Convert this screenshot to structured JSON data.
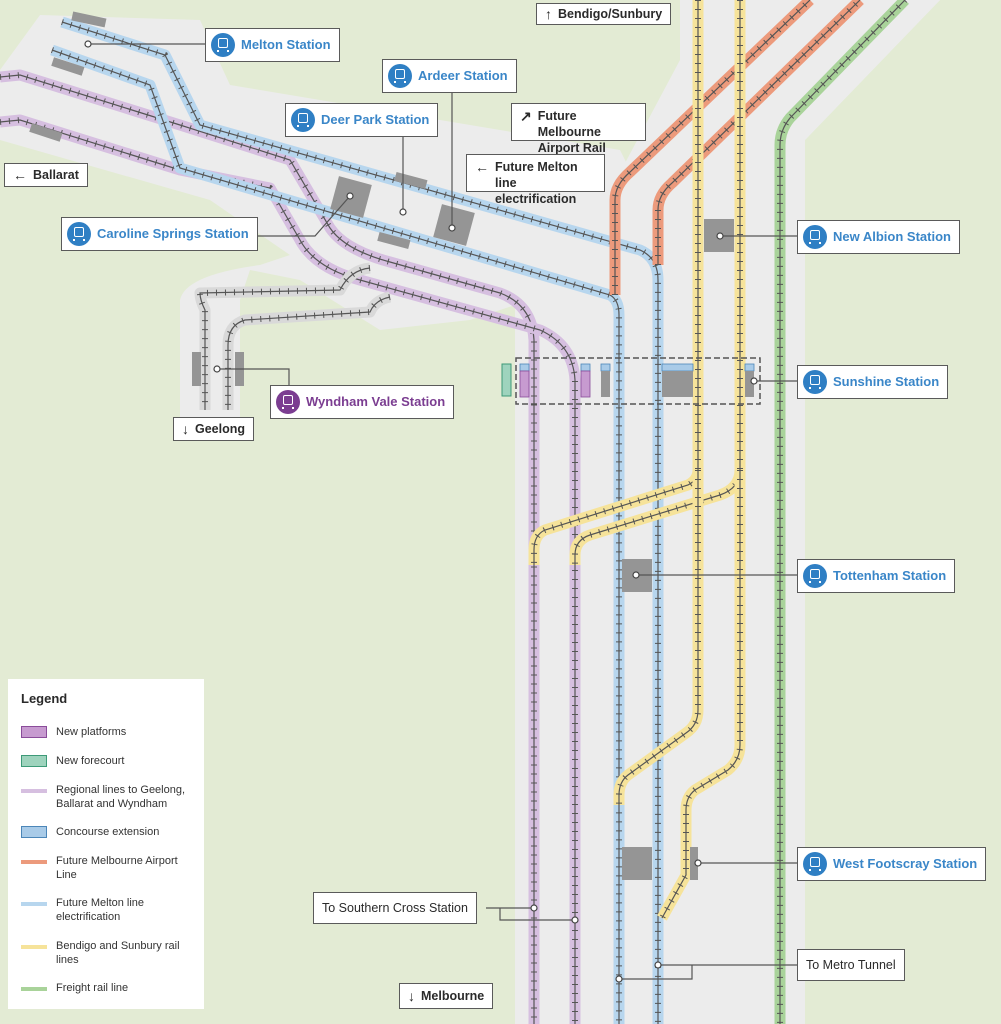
{
  "map": {
    "colors": {
      "background": "#e3ebd4",
      "corridor": "#ececec",
      "track": "#555555",
      "regional": "#d6bfe0",
      "melton": "#b7d6ee",
      "airport": "#ec9a7c",
      "bendigo": "#f6e39a",
      "freight": "#a9d39a",
      "platform_grey": "#959595",
      "new_platform": "#c79bd0",
      "new_forecourt": "#9ed3bd",
      "concourse": "#a9cbe8",
      "station_blue": "#2f7fc4",
      "station_purple": "#7b3d91"
    },
    "stations": [
      {
        "id": "melton",
        "name": "Melton Station",
        "line": "melton"
      },
      {
        "id": "ardeer",
        "name": "Ardeer Station",
        "line": "melton"
      },
      {
        "id": "deer-park",
        "name": "Deer Park Station",
        "line": "melton"
      },
      {
        "id": "caroline-springs",
        "name": "Caroline Springs Station",
        "line": "melton"
      },
      {
        "id": "new-albion",
        "name": "New Albion Station",
        "line": "bendigo"
      },
      {
        "id": "sunshine",
        "name": "Sunshine Station",
        "line": "all"
      },
      {
        "id": "wyndham-vale",
        "name": "Wyndham Vale Station",
        "line": "regional"
      },
      {
        "id": "tottenham",
        "name": "Tottenham Station",
        "line": "melton"
      },
      {
        "id": "west-footscray",
        "name": "West Footscray Station",
        "line": "melton"
      }
    ],
    "directions": {
      "bendigo_sunbury": {
        "arrow": "↑",
        "text": "Bendigo/Sunbury"
      },
      "airport_rail": {
        "arrow": "↗",
        "text": "Future Melbourne Airport Rail"
      },
      "melton_electrification": {
        "arrow": "←",
        "text": "Future Melton line electrification"
      },
      "ballarat": {
        "arrow": "←",
        "text": "Ballarat"
      },
      "geelong": {
        "arrow": "↓",
        "text": "Geelong"
      },
      "melbourne": {
        "arrow": "↓",
        "text": "Melbourne"
      },
      "southern_cross": {
        "text": "To Southern Cross Station"
      },
      "metro_tunnel": {
        "text": "To Metro Tunnel"
      }
    }
  },
  "legend": {
    "title": "Legend",
    "items": [
      {
        "label": "New platforms",
        "kind": "box",
        "fill": "#c79bd0",
        "border": "#8a4c9a"
      },
      {
        "label": "New forecourt",
        "kind": "box",
        "fill": "#9ed3bd",
        "border": "#3d9a78"
      },
      {
        "label": "Regional lines to Geelong, Ballarat and Wyndham",
        "kind": "line",
        "fill": "#d6bfe0"
      },
      {
        "label": "Concourse extension",
        "kind": "box",
        "fill": "#a9cbe8",
        "border": "#4c86b8"
      },
      {
        "label": "Future Melbourne Airport Line",
        "kind": "line",
        "fill": "#ec9a7c"
      },
      {
        "label": "Future Melton line electrification",
        "kind": "line",
        "fill": "#b7d6ee"
      },
      {
        "label": "Bendigo and Sunbury rail lines",
        "kind": "line",
        "fill": "#f6e39a"
      },
      {
        "label": "Freight rail line",
        "kind": "line",
        "fill": "#a9d39a"
      }
    ]
  }
}
